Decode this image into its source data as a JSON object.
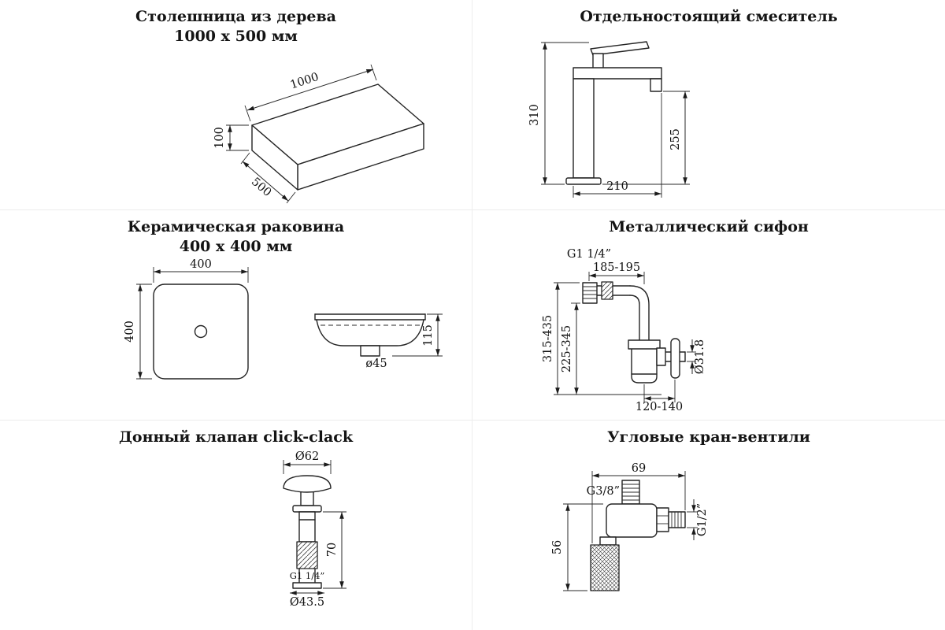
{
  "panels": {
    "countertop": {
      "title": "Столешница из дерева",
      "subtitle": "1000 x 500 мм",
      "dims": {
        "length": "1000",
        "thickness": "100",
        "depth": "500"
      }
    },
    "mixer": {
      "title": "Отдельностоящий смеситель",
      "dims": {
        "total_height": "310",
        "spout_height": "255",
        "reach": "210"
      }
    },
    "sink": {
      "title": "Керамическая раковина",
      "subtitle": "400 x 400 мм",
      "dims": {
        "width": "400",
        "depth": "400",
        "height": "115",
        "drain": "ø45"
      }
    },
    "siphon": {
      "title": "Металлический сифон",
      "dims": {
        "inlet_thread": "G1 1/4”",
        "inlet_offset": "185-195",
        "height_outer": "315-435",
        "height_inner": "225-345",
        "pipe_diameter": "Ø31.8",
        "wall_offset": "120-140"
      }
    },
    "clickclack": {
      "title": "Донный клапан click-clack",
      "dims": {
        "cap_diameter": "Ø62",
        "body_height": "70",
        "thread": "G1 1/4”",
        "bottom_diameter": "Ø43.5"
      }
    },
    "angle_valves": {
      "title": "Угловые кран-вентили",
      "dims": {
        "width": "69",
        "inlet_thread": "G3/8”",
        "outlet_thread": "G1/2”",
        "height": "56"
      }
    }
  }
}
